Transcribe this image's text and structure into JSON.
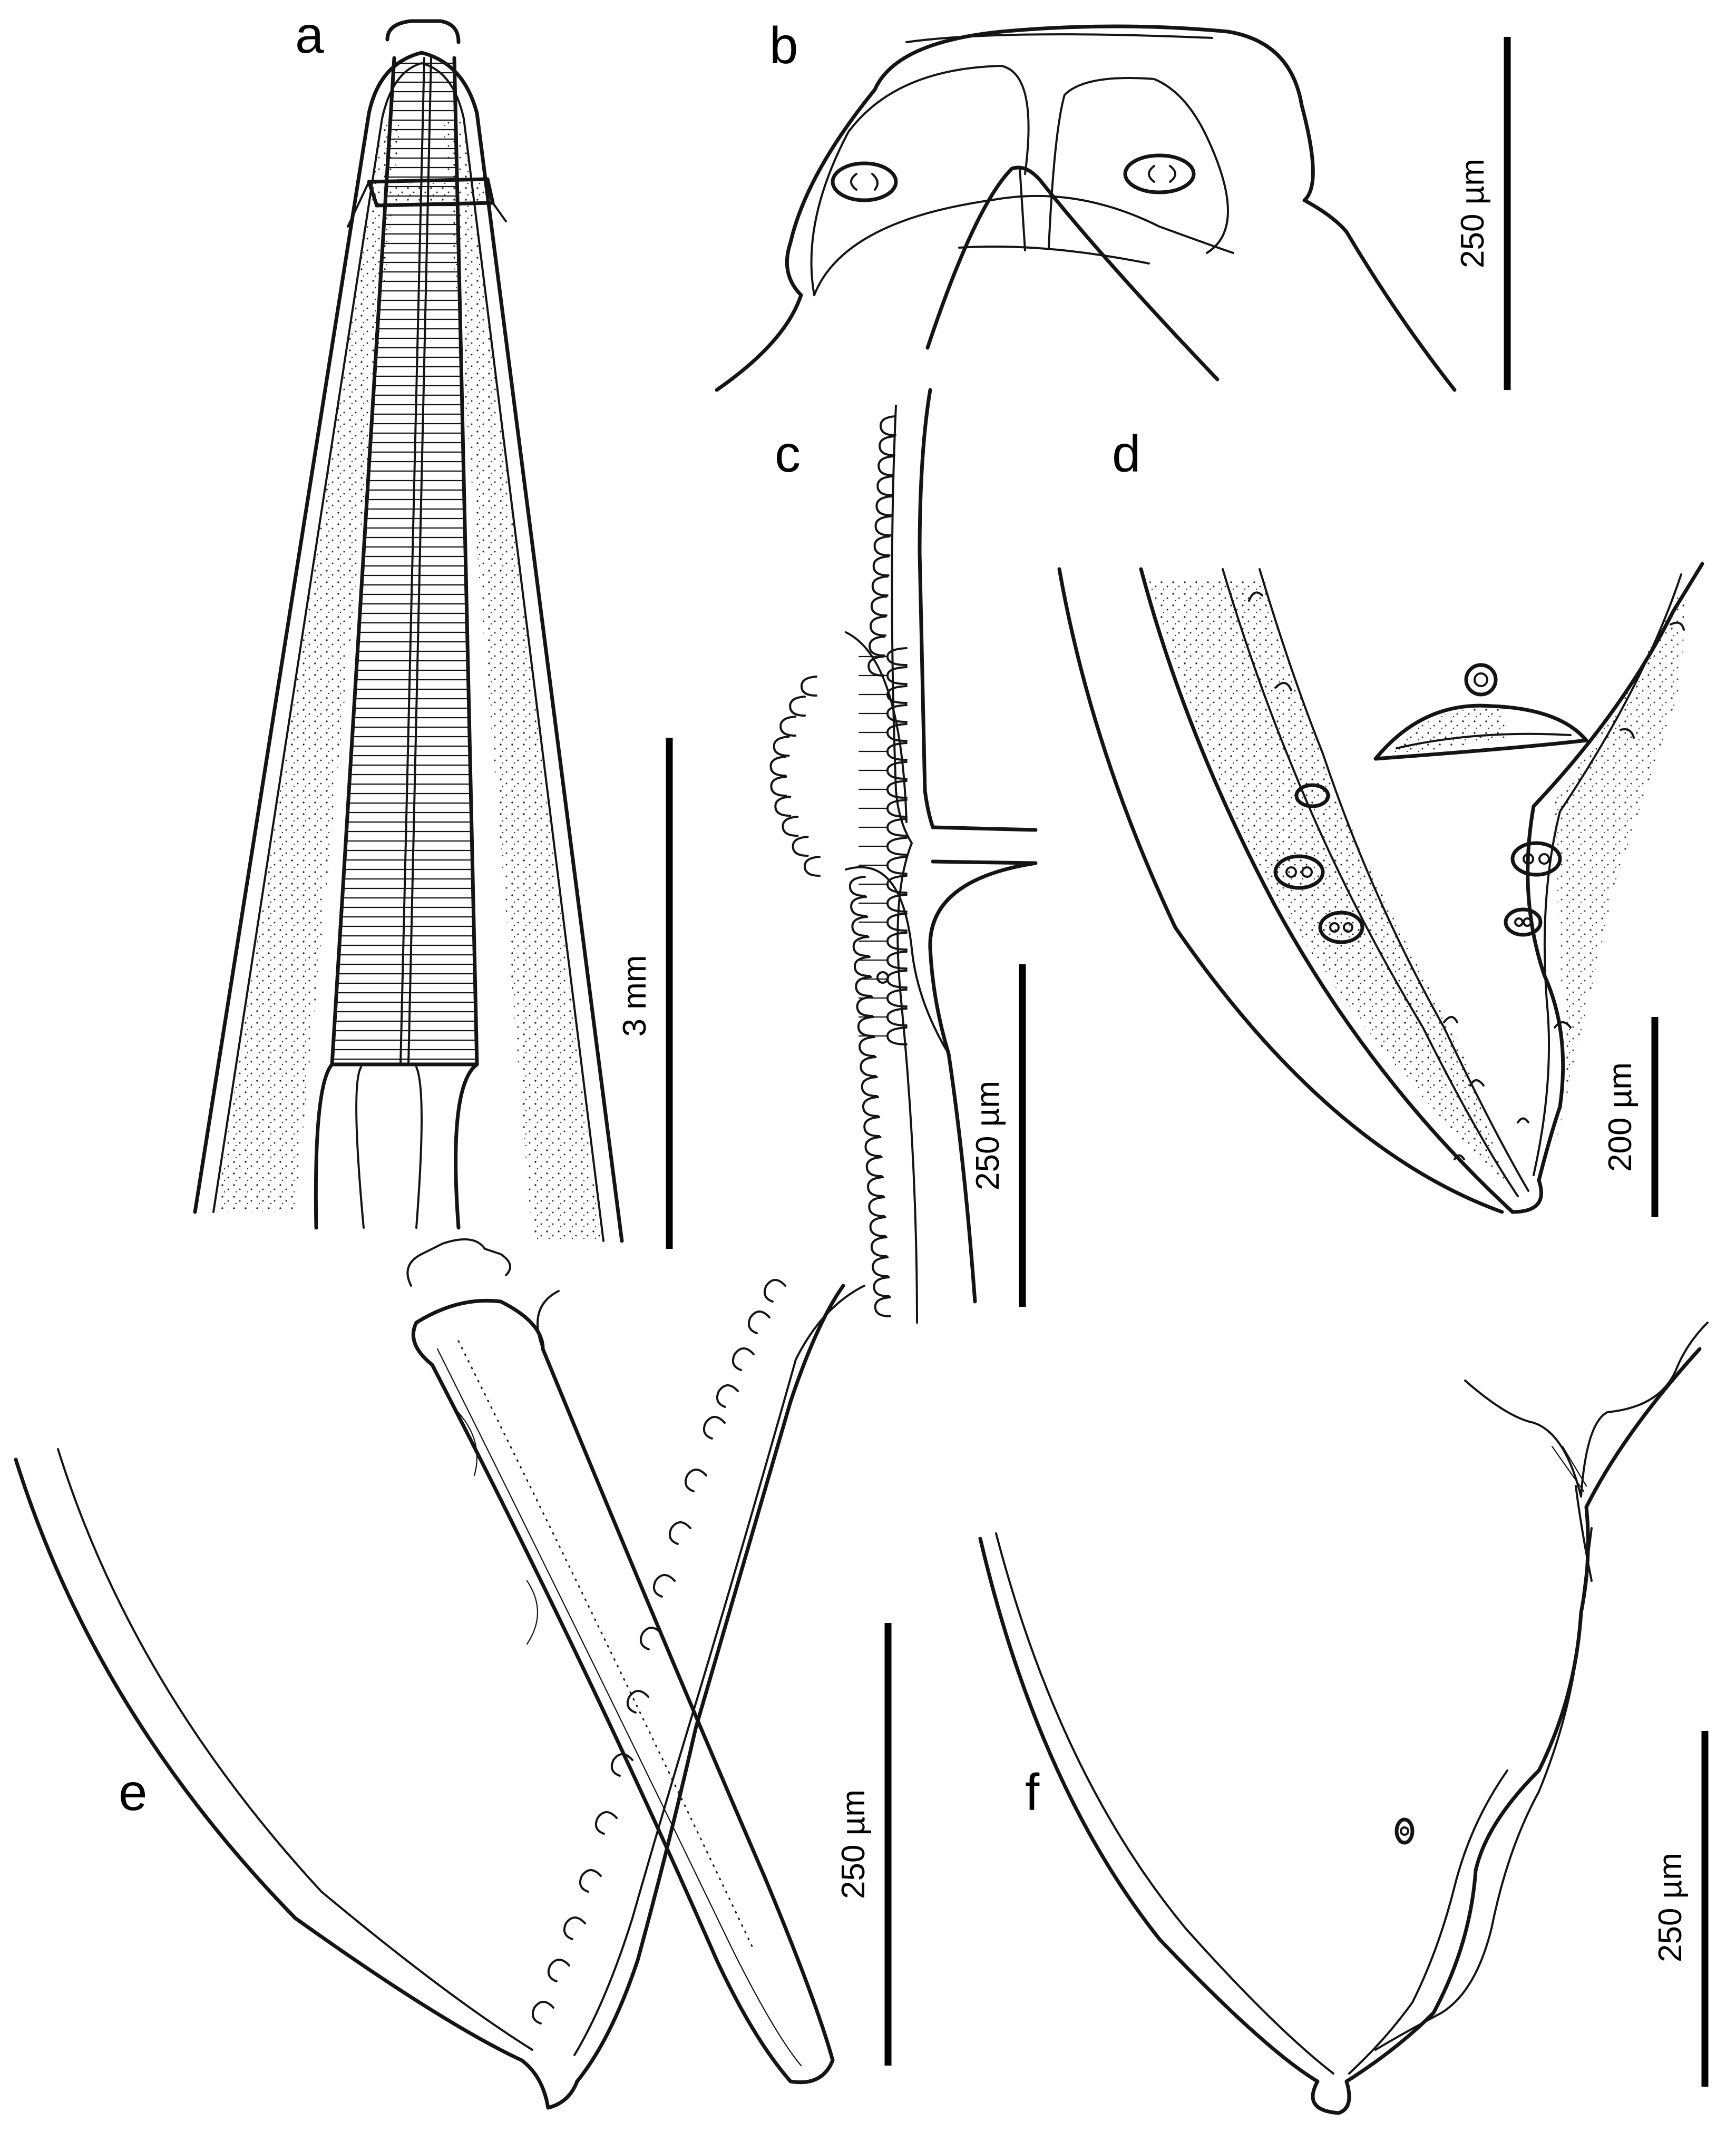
{
  "figure": {
    "panels": [
      {
        "id": "a",
        "letter": "a",
        "scale_label": "3 mm"
      },
      {
        "id": "b",
        "letter": "b",
        "scale_label": "250 µm"
      },
      {
        "id": "c",
        "letter": "c",
        "scale_label": "250 µm"
      },
      {
        "id": "d",
        "letter": "d",
        "scale_label": "200 µm"
      },
      {
        "id": "e",
        "letter": "e",
        "scale_label": "250 µm"
      },
      {
        "id": "f",
        "letter": "f",
        "scale_label": "250 µm"
      }
    ],
    "ink_color": "#141414",
    "background": "#ffffff"
  }
}
